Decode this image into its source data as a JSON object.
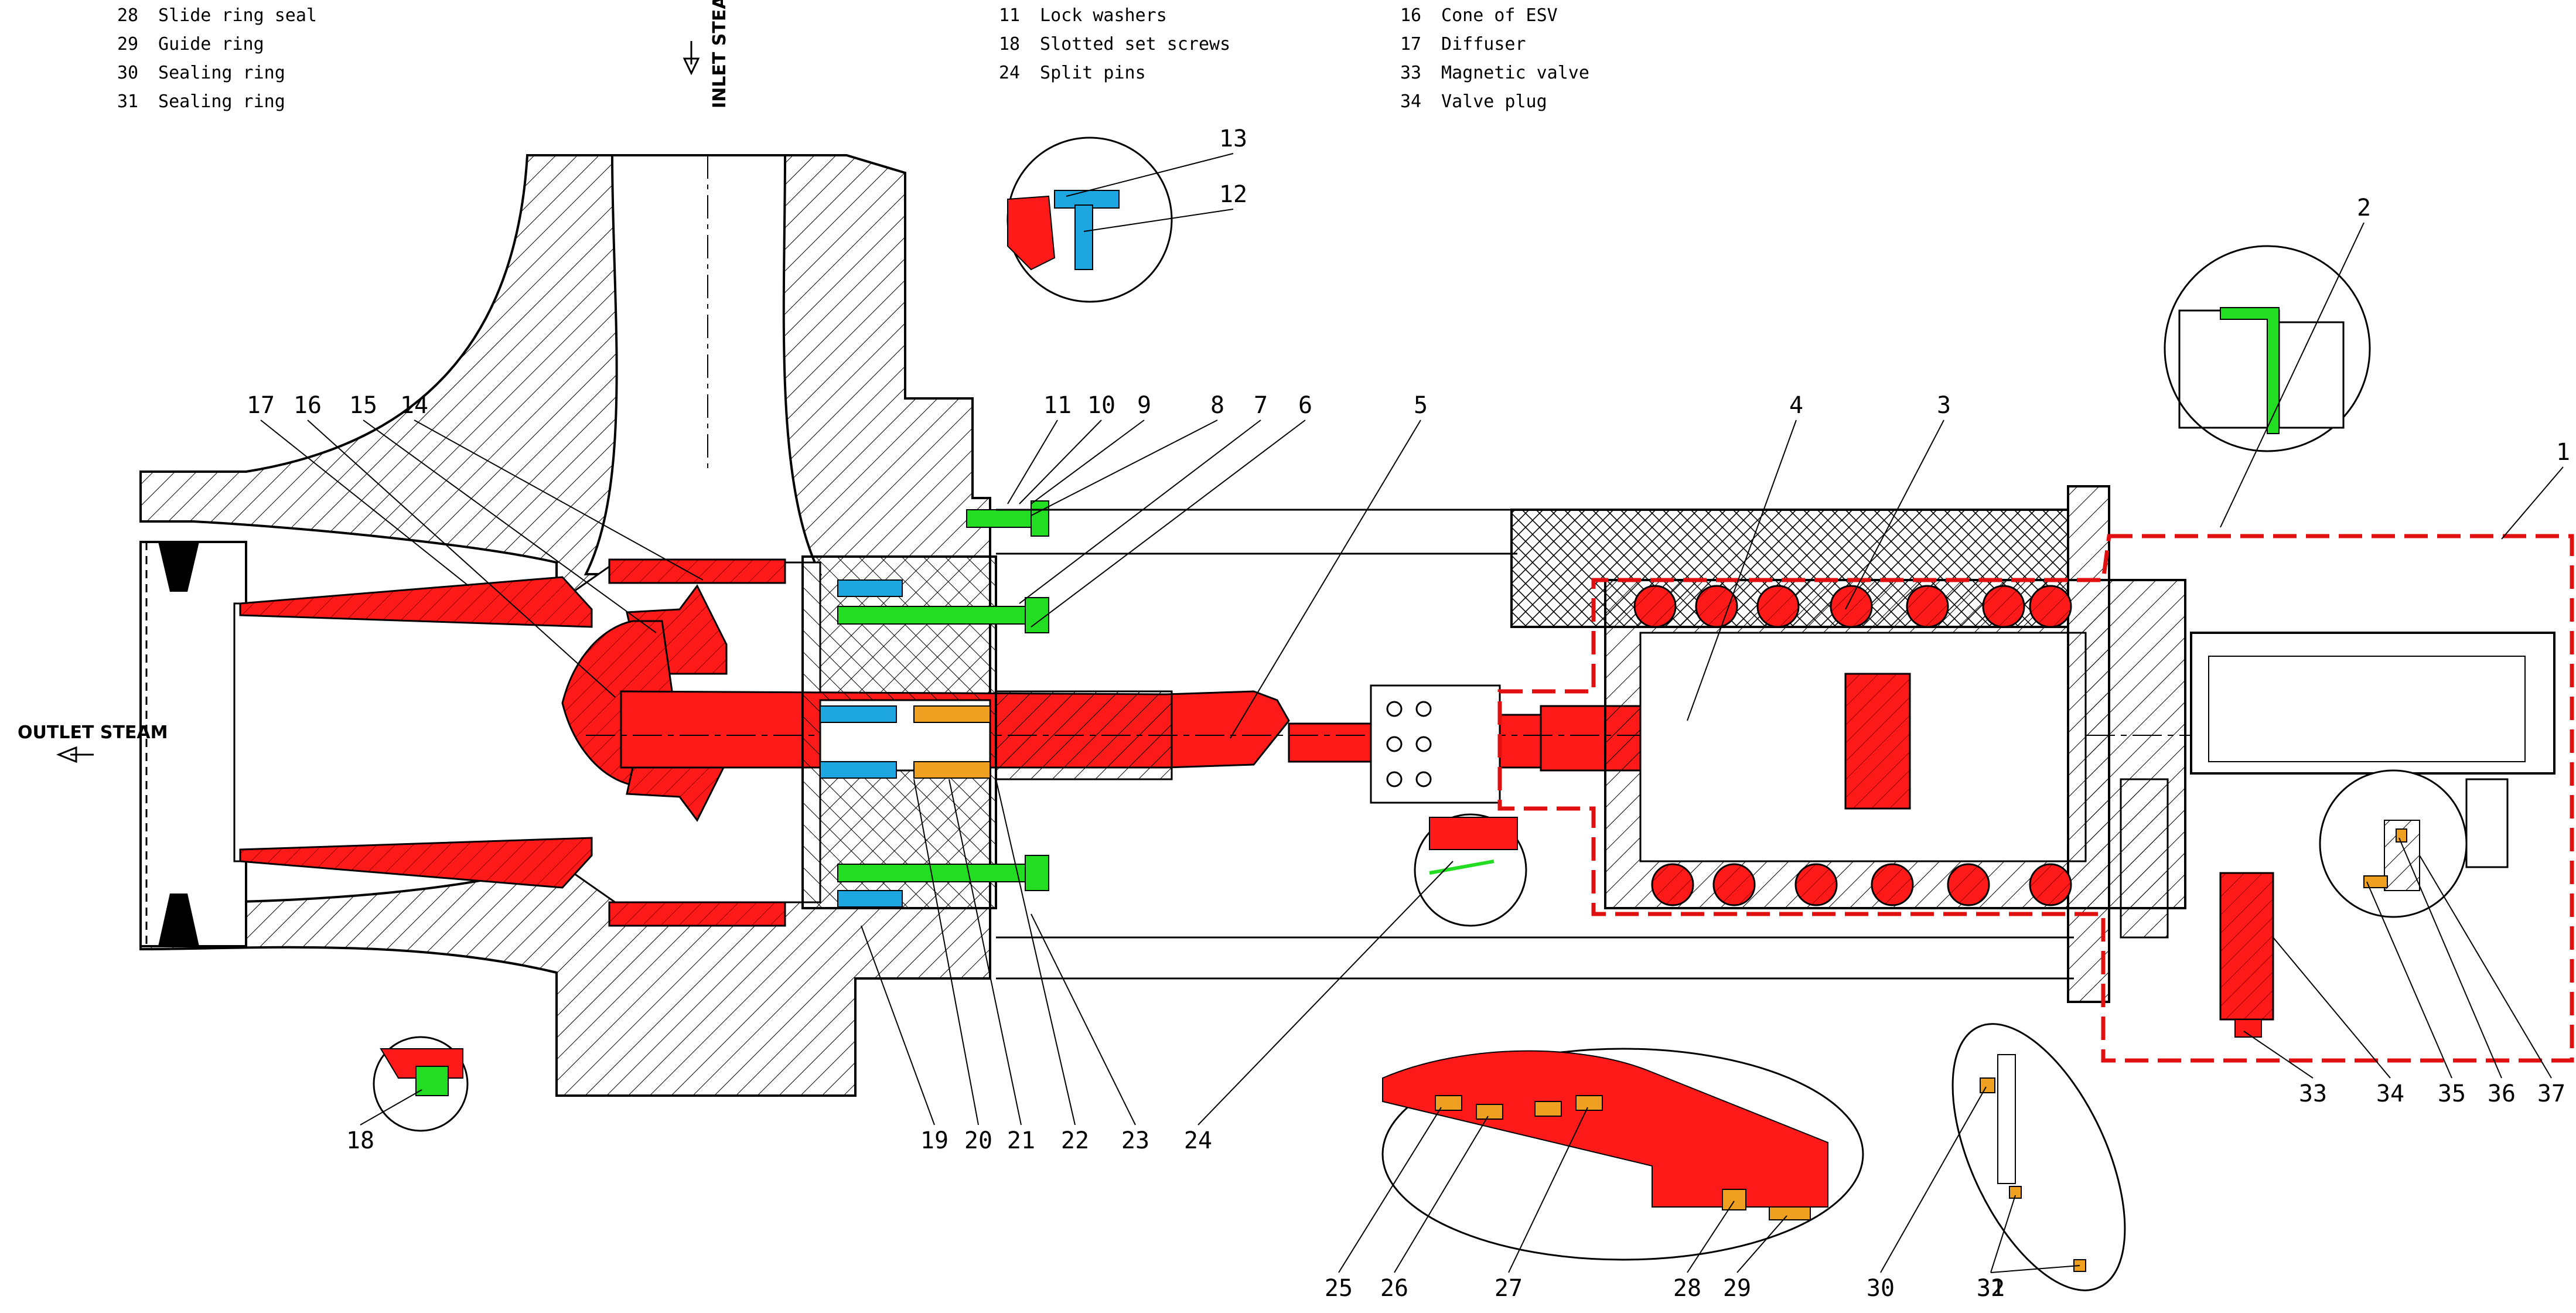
{
  "legend_columns": [
    [
      {
        "num": "28",
        "text": "Slide ring seal"
      },
      {
        "num": "29",
        "text": "Guide ring"
      },
      {
        "num": "30",
        "text": "Sealing ring"
      },
      {
        "num": "31",
        "text": "Sealing ring"
      }
    ],
    [
      {
        "num": "11",
        "text": "Lock washers"
      },
      {
        "num": "18",
        "text": "Slotted set screws"
      },
      {
        "num": "24",
        "text": "Split pins"
      }
    ],
    [
      {
        "num": "16",
        "text": "Cone of ESV"
      },
      {
        "num": "17",
        "text": "Diffuser"
      },
      {
        "num": "33",
        "text": "Magnetic valve"
      },
      {
        "num": "34",
        "text": "Valve plug"
      }
    ]
  ],
  "flow_labels": {
    "inlet": "INLET STEAM",
    "outlet": "OUTLET STEAM"
  },
  "callouts": [
    "1",
    "2",
    "3",
    "4",
    "5",
    "6",
    "7",
    "8",
    "9",
    "10",
    "11",
    "12",
    "13",
    "14",
    "15",
    "16",
    "17",
    "18",
    "19",
    "20",
    "21",
    "22",
    "23",
    "24",
    "25",
    "26",
    "27",
    "28",
    "29",
    "30",
    "31",
    "32",
    "33",
    "34",
    "35",
    "36",
    "37"
  ],
  "colors": {
    "moving_parts": "#ff1a1a",
    "bolts": "#22dd22",
    "screws": "#1ea6e0",
    "seals": "#f0a020",
    "outline": "#000000",
    "boundary": "#e01010"
  }
}
